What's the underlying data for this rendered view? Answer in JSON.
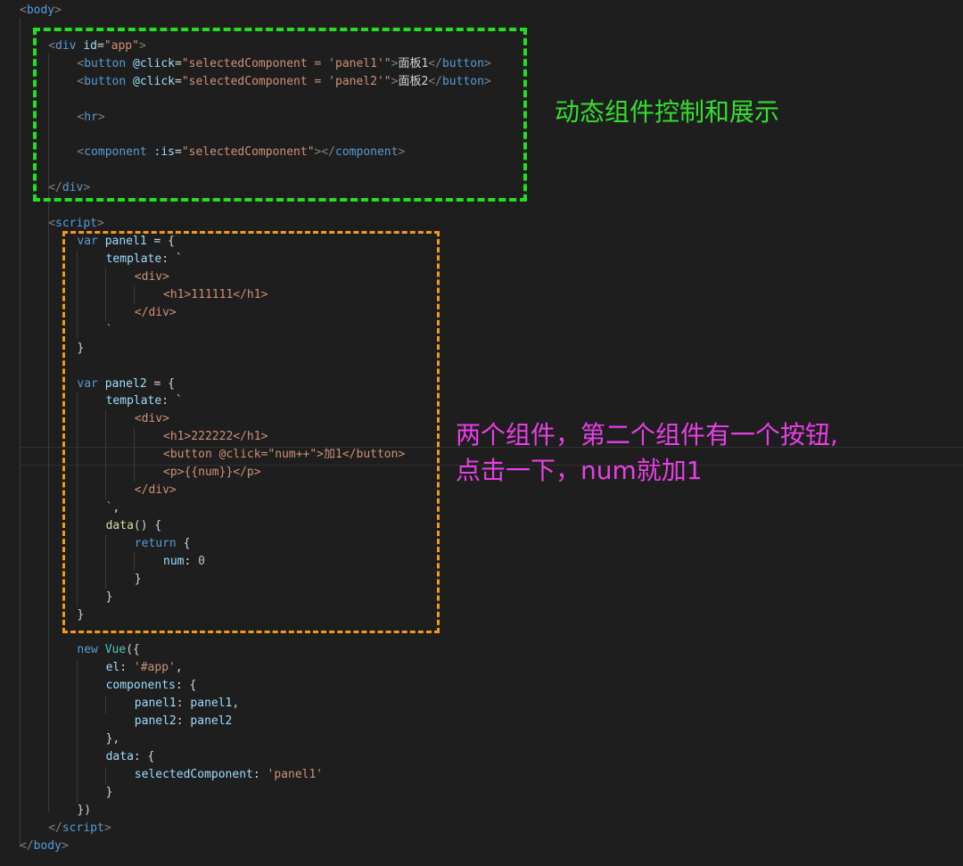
{
  "colors": {
    "background": "#1e1e1e",
    "tag": "#569cd6",
    "bracket": "#808080",
    "attribute": "#9cdcfe",
    "string": "#ce9178",
    "text": "#d4d4d4",
    "keyword": "#569cd6",
    "number": "#b5cea8",
    "class": "#4ec9b0",
    "annotation_green": "#22e01c",
    "annotation_orange": "#f39a1b",
    "annotation_magenta": "#e83fe6"
  },
  "code_lines": [
    [
      [
        "&lt;",
        "b"
      ],
      [
        "body",
        "t"
      ],
      [
        "&gt;",
        "b"
      ]
    ],
    [],
    [
      [
        "&lt;",
        "b"
      ],
      [
        "div",
        "t"
      ],
      [
        " ",
        "x"
      ],
      [
        "id",
        "a"
      ],
      [
        "=",
        "x"
      ],
      [
        "\"app\"",
        "s"
      ],
      [
        "&gt;",
        "b"
      ]
    ],
    [
      [
        "&lt;",
        "b"
      ],
      [
        "button",
        "t"
      ],
      [
        " ",
        "x"
      ],
      [
        "@click",
        "a"
      ],
      [
        "=",
        "x"
      ],
      [
        "\"selectedComponent = 'panel1'\"",
        "s"
      ],
      [
        "&gt;",
        "b"
      ],
      [
        "面板1",
        "x"
      ],
      [
        "&lt;/",
        "b"
      ],
      [
        "button",
        "t"
      ],
      [
        "&gt;",
        "b"
      ]
    ],
    [
      [
        "&lt;",
        "b"
      ],
      [
        "button",
        "t"
      ],
      [
        " ",
        "x"
      ],
      [
        "@click",
        "a"
      ],
      [
        "=",
        "x"
      ],
      [
        "\"selectedComponent = 'panel2'\"",
        "s"
      ],
      [
        "&gt;",
        "b"
      ],
      [
        "面板2",
        "x"
      ],
      [
        "&lt;/",
        "b"
      ],
      [
        "button",
        "t"
      ],
      [
        "&gt;",
        "b"
      ]
    ],
    [],
    [
      [
        "&lt;",
        "b"
      ],
      [
        "hr",
        "t"
      ],
      [
        "&gt;",
        "b"
      ]
    ],
    [],
    [
      [
        "&lt;",
        "b"
      ],
      [
        "component",
        "t"
      ],
      [
        " ",
        "x"
      ],
      [
        ":is",
        "a"
      ],
      [
        "=",
        "x"
      ],
      [
        "\"selectedComponent\"",
        "s"
      ],
      [
        "&gt;&lt;/",
        "b"
      ],
      [
        "component",
        "t"
      ],
      [
        "&gt;",
        "b"
      ]
    ],
    [],
    [
      [
        "&lt;/",
        "b"
      ],
      [
        "div",
        "t"
      ],
      [
        "&gt;",
        "b"
      ]
    ],
    [],
    [
      [
        "&lt;",
        "b"
      ],
      [
        "script",
        "t"
      ],
      [
        "&gt;",
        "b"
      ]
    ],
    [
      [
        "var",
        "k"
      ],
      [
        " ",
        "x"
      ],
      [
        "panel1",
        "a"
      ],
      [
        " = {",
        "x"
      ]
    ],
    [
      [
        "template",
        "a"
      ],
      [
        ": `",
        "x"
      ]
    ],
    [
      [
        "&lt;div&gt;",
        "s"
      ]
    ],
    [
      [
        "&lt;h1&gt;111111&lt;/h1&gt;",
        "s"
      ]
    ],
    [
      [
        "&lt;/div&gt;",
        "s"
      ]
    ],
    [
      [
        "`",
        "s"
      ]
    ],
    [
      [
        "}",
        "x"
      ]
    ],
    [],
    [
      [
        "var",
        "k"
      ],
      [
        " ",
        "x"
      ],
      [
        "panel2",
        "a"
      ],
      [
        " = {",
        "x"
      ]
    ],
    [
      [
        "template",
        "a"
      ],
      [
        ": `",
        "x"
      ]
    ],
    [
      [
        "&lt;div&gt;",
        "s"
      ]
    ],
    [
      [
        "&lt;h1&gt;222222&lt;/h1&gt;",
        "s"
      ]
    ],
    [
      [
        "&lt;button @click=\"num++\"&gt;加1&lt;/button&gt;",
        "s"
      ]
    ],
    [
      [
        "&lt;p&gt;{{num}}&lt;/p&gt;",
        "s"
      ]
    ],
    [
      [
        "&lt;/div&gt;",
        "s"
      ]
    ],
    [
      [
        "`",
        "s"
      ],
      [
        ",",
        "x"
      ]
    ],
    [
      [
        "data",
        "f"
      ],
      [
        "() {",
        "x"
      ]
    ],
    [
      [
        "return",
        "k"
      ],
      [
        " {",
        "x"
      ]
    ],
    [
      [
        "num",
        "a"
      ],
      [
        ": ",
        "x"
      ],
      [
        "0",
        "n"
      ]
    ],
    [
      [
        "}",
        "x"
      ]
    ],
    [
      [
        "}",
        "x"
      ]
    ],
    [
      [
        "}",
        "x"
      ]
    ],
    [],
    [
      [
        "new",
        "k"
      ],
      [
        " ",
        "x"
      ],
      [
        "Vue",
        "c"
      ],
      [
        "({",
        "x"
      ]
    ],
    [
      [
        "el",
        "a"
      ],
      [
        ": ",
        "x"
      ],
      [
        "'#app'",
        "s"
      ],
      [
        ",",
        "x"
      ]
    ],
    [
      [
        "components",
        "a"
      ],
      [
        ": {",
        "x"
      ]
    ],
    [
      [
        "panel1",
        "a"
      ],
      [
        ": ",
        "x"
      ],
      [
        "panel1",
        "a"
      ],
      [
        ",",
        "x"
      ]
    ],
    [
      [
        "panel2",
        "a"
      ],
      [
        ": ",
        "x"
      ],
      [
        "panel2",
        "a"
      ]
    ],
    [
      [
        "},",
        "x"
      ]
    ],
    [
      [
        "data",
        "a"
      ],
      [
        ": {",
        "x"
      ]
    ],
    [
      [
        "selectedComponent",
        "a"
      ],
      [
        ": ",
        "x"
      ],
      [
        "'panel1'",
        "s"
      ]
    ],
    [
      [
        "}",
        "x"
      ]
    ],
    [
      [
        "})",
        "x"
      ]
    ],
    [
      [
        "&lt;/",
        "b"
      ],
      [
        "script",
        "t"
      ],
      [
        "&gt;",
        "b"
      ]
    ],
    [
      [
        "&lt;/",
        "b"
      ],
      [
        "body",
        "t"
      ],
      [
        "&gt;",
        "b"
      ]
    ]
  ],
  "annotations": {
    "green_label": "动态组件控制和展示",
    "magenta_label": "两个组件，第二个组件有一个按钮,\n点击一下，num就加1"
  }
}
